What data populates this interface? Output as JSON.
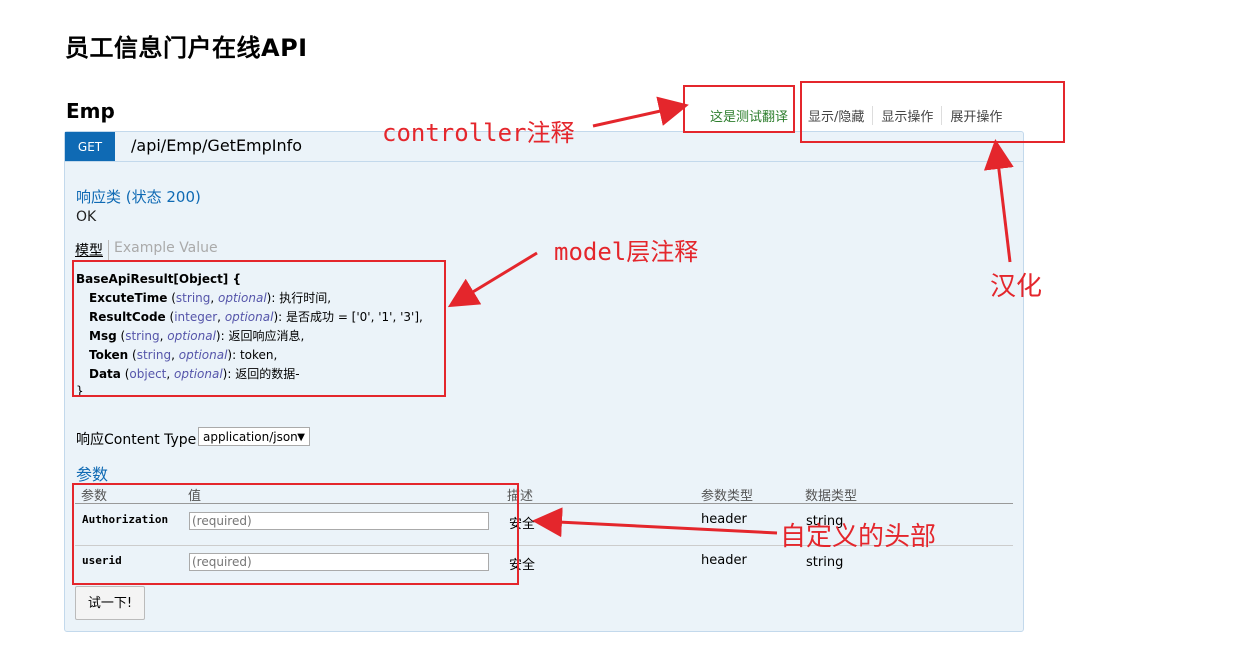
{
  "page": {
    "title": "员工信息门户在线API"
  },
  "resource": {
    "name": "Emp",
    "controller_note": "这是测试翻译",
    "links": [
      "显示/隐藏",
      "显示操作",
      "展开操作"
    ]
  },
  "operation": {
    "method": "GET",
    "path": "/api/Emp/GetEmpInfo",
    "response_class_label": "响应类 (状态 200)",
    "response_status_text": "OK",
    "model_tab": "模型",
    "example_tab": "Example Value",
    "model": {
      "class_name": "BaseApiResult[Object] {",
      "fields": [
        {
          "name": "ExcuteTime",
          "type": "string",
          "optional": "optional",
          "desc": ": 执行时间,"
        },
        {
          "name": "ResultCode",
          "type": "integer",
          "optional": "optional",
          "desc": ": 是否成功 = ['0', '1', '3'],"
        },
        {
          "name": "Msg",
          "type": "string",
          "optional": "optional",
          "desc": ": 返回响应消息,"
        },
        {
          "name": "Token",
          "type": "string",
          "optional": "optional",
          "desc": ": token,"
        },
        {
          "name": "Data",
          "type": "object",
          "optional": "optional",
          "desc": ": 返回的数据-"
        }
      ],
      "close": "}"
    },
    "content_type_label": "响应Content Type",
    "content_type_value": "application/json",
    "params_label": "参数",
    "param_headers": [
      "参数",
      "值",
      "描述",
      "参数类型",
      "数据类型"
    ],
    "params": [
      {
        "name": "Authorization",
        "placeholder": "(required)",
        "desc": "安全",
        "param_type": "header",
        "data_type": "string"
      },
      {
        "name": "userid",
        "placeholder": "(required)",
        "desc": "安全",
        "param_type": "header",
        "data_type": "string"
      }
    ],
    "try_button": "试一下!"
  },
  "annotations": {
    "controller": "controller注释",
    "model": "model层注释",
    "localize": "汉化",
    "custom_header": "自定义的头部",
    "color": "#e4262c"
  },
  "colors": {
    "get_badge": "#0f6ab4",
    "panel_bg": "#ebf3f9",
    "controller_note": "#2d7e2d"
  }
}
